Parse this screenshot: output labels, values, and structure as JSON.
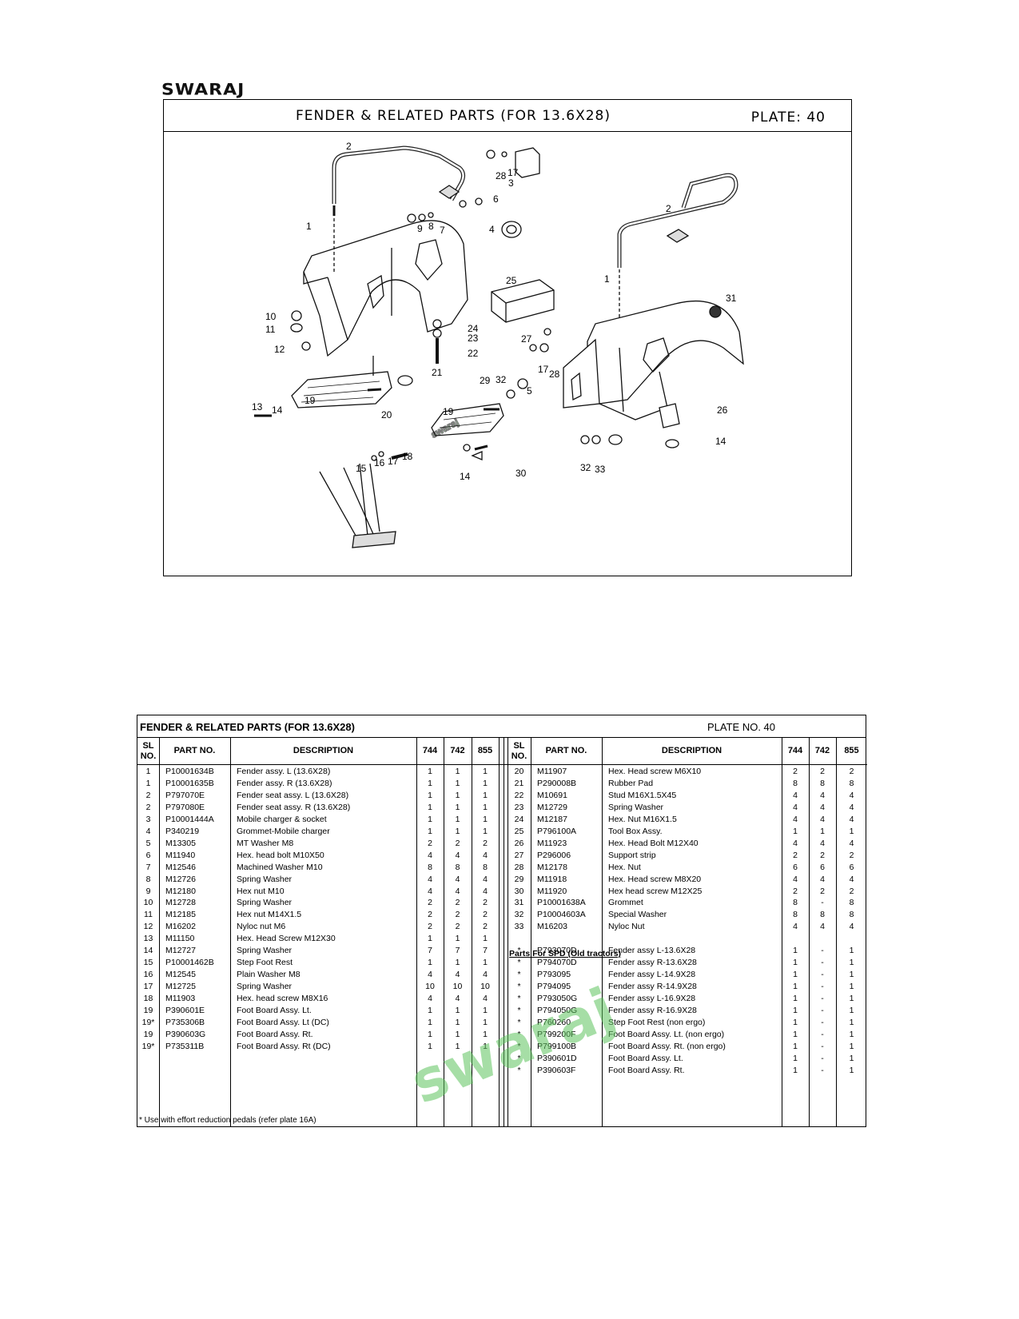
{
  "brand": "SWARAJ",
  "plate_header": {
    "title": "FENDER & RELATED PARTS (FOR 13.6X28)",
    "plate": "PLATE: 40"
  },
  "table": {
    "title": "FENDER & RELATED PARTS (FOR 13.6X28)",
    "plate": "PLATE NO. 40",
    "headers": {
      "sl_line1": "SL",
      "sl_line2": "NO.",
      "part": "PART NO.",
      "desc": "DESCRIPTION",
      "q1": "744",
      "q2": "742",
      "q3": "855"
    },
    "left_rows": [
      [
        "1",
        "P10001634B",
        "Fender assy. L (13.6X28)",
        "1",
        "1",
        "1"
      ],
      [
        "1",
        "P10001635B",
        "Fender assy. R (13.6X28)",
        "1",
        "1",
        "1"
      ],
      [
        "2",
        "P797070E",
        "Fender seat assy. L (13.6X28)",
        "1",
        "1",
        "1"
      ],
      [
        "2",
        "P797080E",
        "Fender seat assy. R (13.6X28)",
        "1",
        "1",
        "1"
      ],
      [
        "3",
        "P10001444A",
        "Mobile charger & socket",
        "1",
        "1",
        "1"
      ],
      [
        "4",
        "P340219",
        "Grommet-Mobile charger",
        "1",
        "1",
        "1"
      ],
      [
        "5",
        "M13305",
        "MT Washer M8",
        "2",
        "2",
        "2"
      ],
      [
        "6",
        "M11940",
        "Hex. head bolt M10X50",
        "4",
        "4",
        "4"
      ],
      [
        "7",
        "M12546",
        "Machined Washer M10",
        "8",
        "8",
        "8"
      ],
      [
        "8",
        "M12726",
        "Spring Washer",
        "4",
        "4",
        "4"
      ],
      [
        "9",
        "M12180",
        "Hex nut M10",
        "4",
        "4",
        "4"
      ],
      [
        "10",
        "M12728",
        "Spring Washer",
        "2",
        "2",
        "2"
      ],
      [
        "11",
        "M12185",
        "Hex nut M14X1.5",
        "2",
        "2",
        "2"
      ],
      [
        "12",
        "M16202",
        "Nyloc nut M6",
        "2",
        "2",
        "2"
      ],
      [
        "13",
        "M11150",
        "Hex. Head Screw M12X30",
        "1",
        "1",
        "1"
      ],
      [
        "14",
        "M12727",
        "Spring Washer",
        "7",
        "7",
        "7"
      ],
      [
        "15",
        "P10001462B",
        "Step Foot Rest",
        "1",
        "1",
        "1"
      ],
      [
        "16",
        "M12545",
        "Plain Washer M8",
        "4",
        "4",
        "4"
      ],
      [
        "17",
        "M12725",
        "Spring Washer",
        "10",
        "10",
        "10"
      ],
      [
        "18",
        "M11903",
        "Hex. head screw M8X16",
        "4",
        "4",
        "4"
      ],
      [
        "19",
        "P390601E",
        "Foot Board Assy. Lt.",
        "1",
        "1",
        "1"
      ],
      [
        "19*",
        "P735306B",
        "Foot Board Assy. Lt (DC)",
        "1",
        "1",
        "1"
      ],
      [
        "19",
        "P390603G",
        "Foot Board Assy. Rt.",
        "1",
        "1",
        "1"
      ],
      [
        "19*",
        "P735311B",
        "Foot Board Assy. Rt (DC)",
        "1",
        "1",
        "1"
      ]
    ],
    "right_rows": [
      [
        "20",
        "M11907",
        "Hex. Head screw M6X10",
        "2",
        "2",
        "2"
      ],
      [
        "21",
        "P290008B",
        "Rubber Pad",
        "8",
        "8",
        "8"
      ],
      [
        "22",
        "M10691",
        "Stud M16X1.5X45",
        "4",
        "4",
        "4"
      ],
      [
        "23",
        "M12729",
        "Spring Washer",
        "4",
        "4",
        "4"
      ],
      [
        "24",
        "M12187",
        "Hex. Nut M16X1.5",
        "4",
        "4",
        "4"
      ],
      [
        "25",
        "P796100A",
        "Tool Box Assy.",
        "1",
        "1",
        "1"
      ],
      [
        "26",
        "M11923",
        "Hex. Head Bolt M12X40",
        "4",
        "4",
        "4"
      ],
      [
        "27",
        "P296006",
        "Support strip",
        "2",
        "2",
        "2"
      ],
      [
        "28",
        "M12178",
        "Hex. Nut",
        "6",
        "6",
        "6"
      ],
      [
        "29",
        "M11918",
        "Hex. Head screw M8X20",
        "4",
        "4",
        "4"
      ],
      [
        "30",
        "M11920",
        "Hex head screw M12X25",
        "2",
        "2",
        "2"
      ],
      [
        "31",
        "P10001638A",
        "Grommet",
        "8",
        "-",
        "8"
      ],
      [
        "32",
        "P10004603A",
        "Special Washer",
        "8",
        "8",
        "8"
      ],
      [
        "33",
        "M16203",
        "Nyloc Nut",
        "4",
        "4",
        "4"
      ]
    ],
    "spd_heading": "Parts For SPD (Old tractors)",
    "spd_rows": [
      [
        "*",
        "P793070D",
        "Fender assy L-13.6X28",
        "1",
        "-",
        "1"
      ],
      [
        "*",
        "P794070D",
        "Fender assy R-13.6X28",
        "1",
        "-",
        "1"
      ],
      [
        "*",
        "P793095",
        "Fender assy L-14.9X28",
        "1",
        "-",
        "1"
      ],
      [
        "*",
        "P794095",
        "Fender assy R-14.9X28",
        "1",
        "-",
        "1"
      ],
      [
        "*",
        "P793050G",
        "Fender assy L-16.9X28",
        "1",
        "-",
        "1"
      ],
      [
        "*",
        "P794050G",
        "Fender assy R-16.9X28",
        "1",
        "-",
        "1"
      ],
      [
        "*",
        "P760260",
        "Step Foot Rest (non ergo)",
        "1",
        "-",
        "1"
      ],
      [
        "*",
        "P799200F",
        "Foot Board Assy. Lt. (non ergo)",
        "1",
        "-",
        "1"
      ],
      [
        "*",
        "P799100B",
        "Foot Board Assy. Rt. (non ergo)",
        "1",
        "-",
        "1"
      ],
      [
        "*",
        "P390601D",
        "Foot Board Assy. Lt.",
        "1",
        "-",
        "1"
      ],
      [
        "*",
        "P390603F",
        "Foot Board Assy. Rt.",
        "1",
        "-",
        "1"
      ]
    ],
    "footnote": "* Use with effort reduction pedals (refer plate 16A)"
  },
  "watermark": "swaraj",
  "callouts": [
    "1",
    "2",
    "3",
    "4",
    "5",
    "6",
    "7",
    "8",
    "9",
    "10",
    "11",
    "12",
    "13",
    "14",
    "15",
    "16",
    "17",
    "18",
    "19",
    "20",
    "21",
    "22",
    "23",
    "24",
    "25",
    "26",
    "27",
    "28",
    "29",
    "30",
    "31",
    "32",
    "33"
  ]
}
